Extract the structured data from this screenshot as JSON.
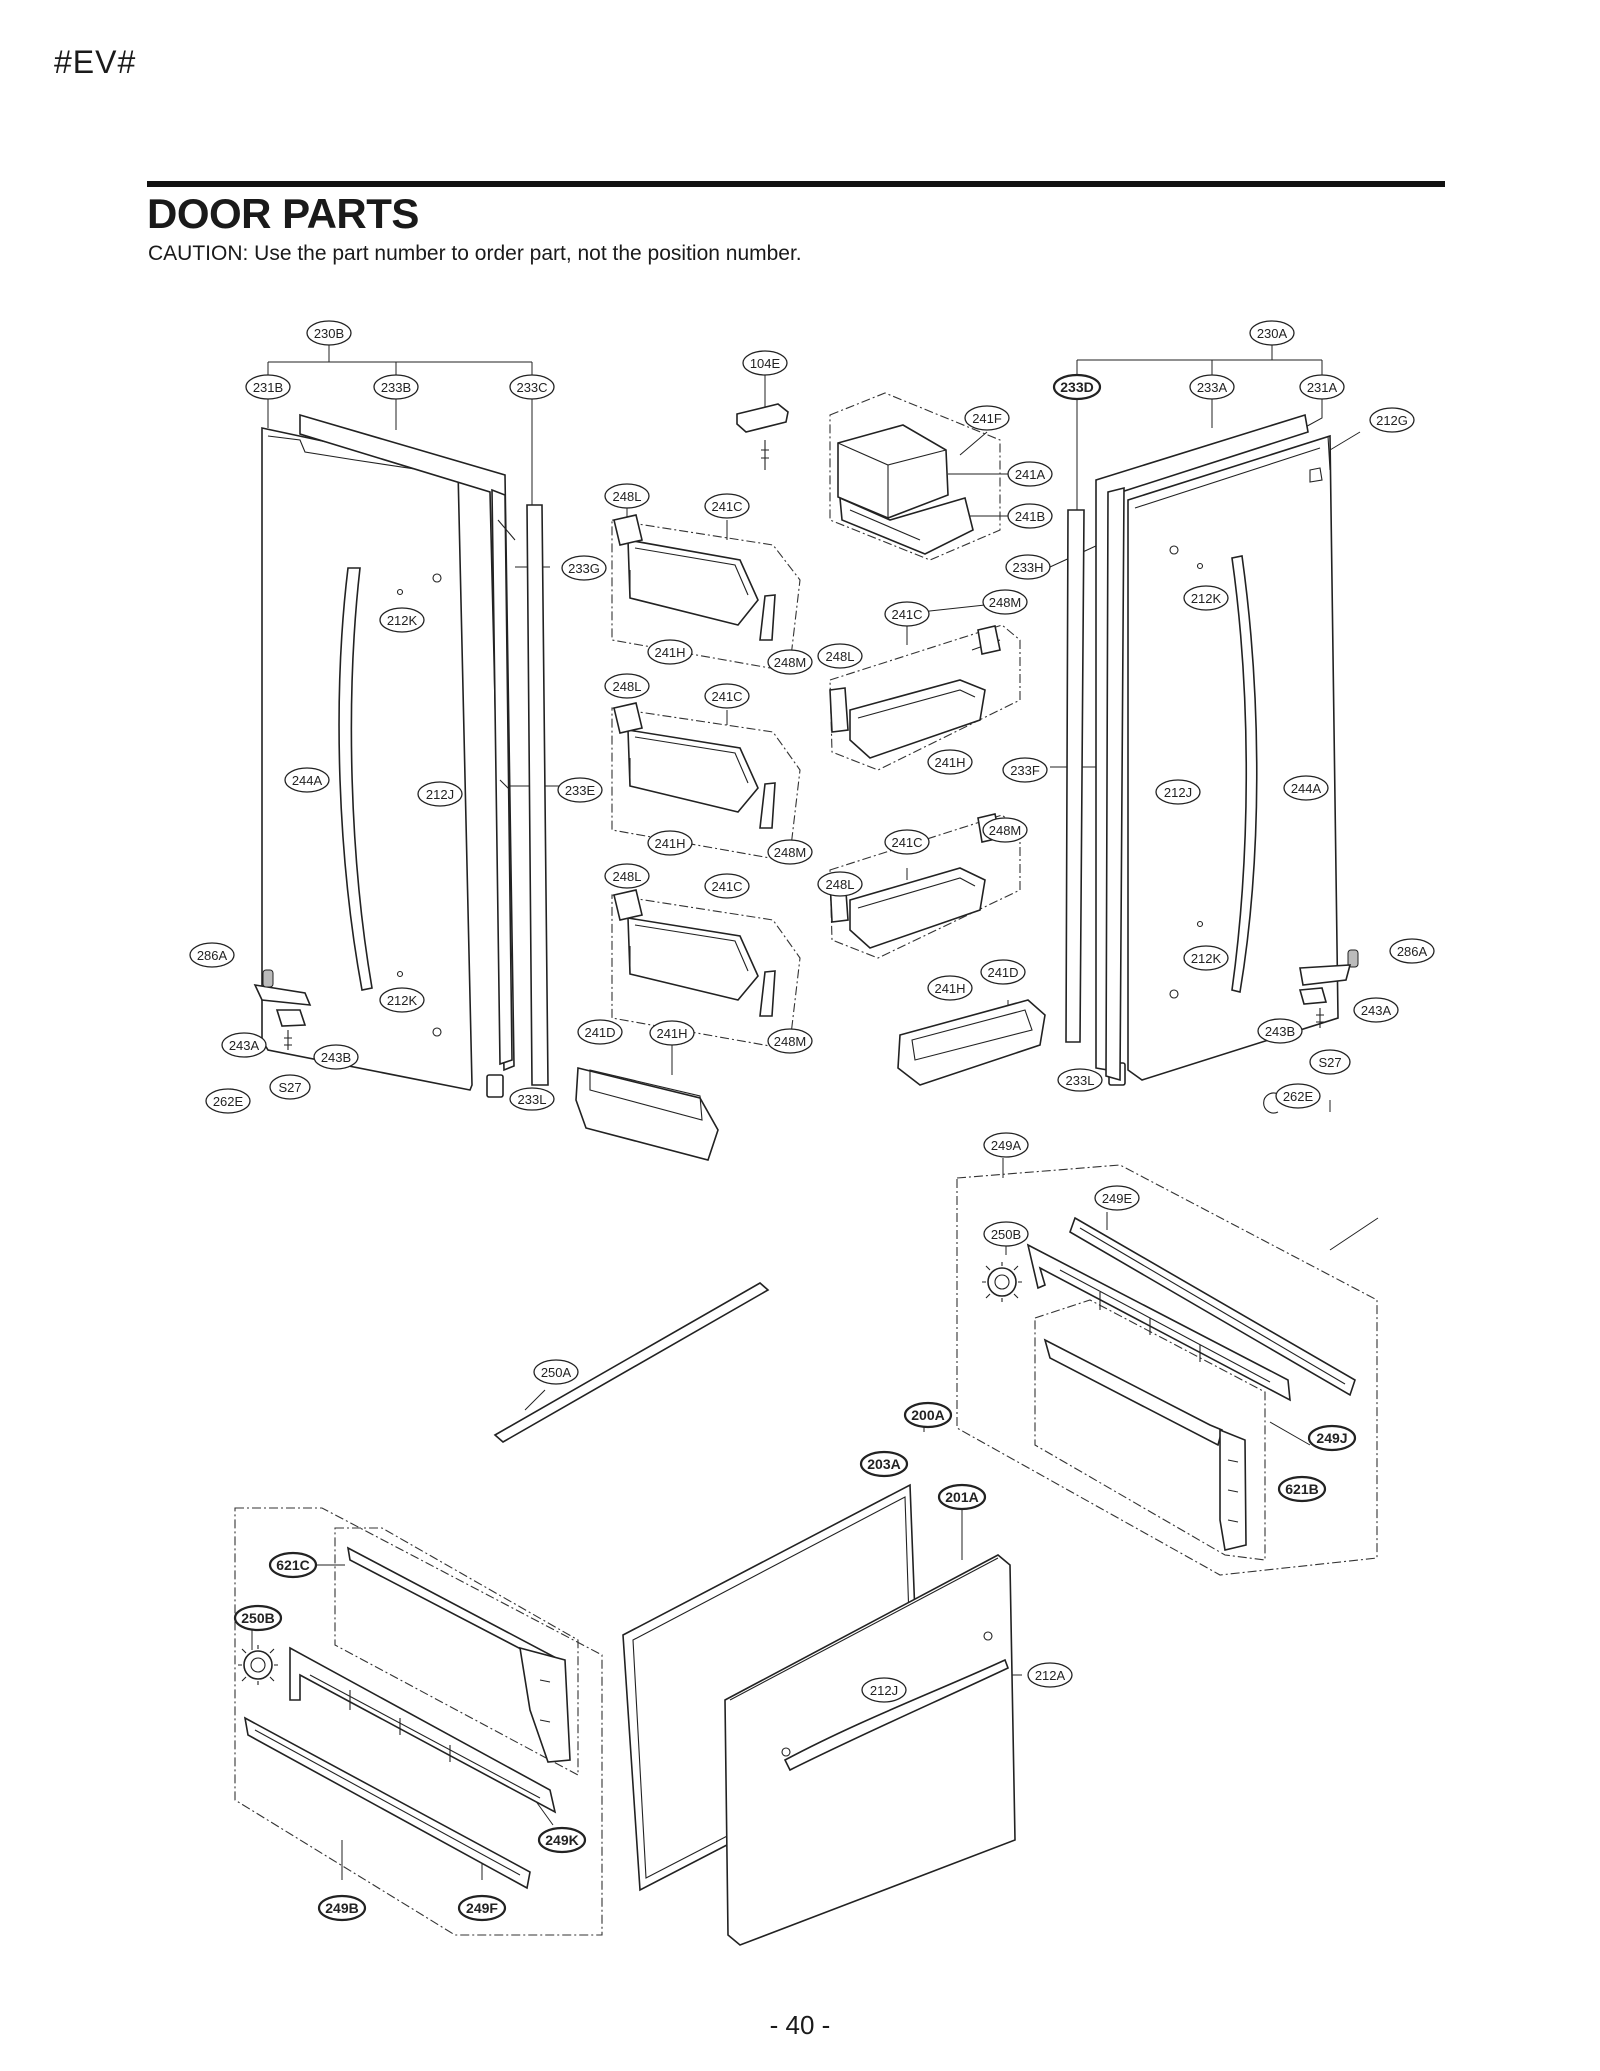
{
  "header": {
    "tag": "#EV#"
  },
  "section": {
    "title": "DOOR PARTS",
    "caution": "CAUTION: Use the part number to order part, not the position number."
  },
  "footer": {
    "page": "- 40 -"
  },
  "labels": {
    "l230B": "230B",
    "l231B": "231B",
    "l233B": "233B",
    "l233C": "233C",
    "l104E": "104E",
    "l241F": "241F",
    "l241A": "241A",
    "l241B": "241B",
    "l230A": "230A",
    "l233D": "233D",
    "l233A": "233A",
    "l231A": "231A",
    "l212G": "212G",
    "l248L_1": "248L",
    "l241C_1": "241C",
    "l233G": "233G",
    "l212K_1": "212K",
    "l241H_1": "241H",
    "l248M_1": "248M",
    "l248L_2": "248L",
    "l241C_2": "241C",
    "l248M_2": "248M",
    "l233H": "233H",
    "l212K_2": "212K",
    "l241H_2": "241H",
    "l248L_3": "248L",
    "l241C_3": "241C",
    "l244A_1": "244A",
    "l212J_1": "212J",
    "l233E": "233E",
    "l233F": "233F",
    "l212J_2": "212J",
    "l244A_2": "244A",
    "l241H_3": "241H",
    "l248M_3": "248M",
    "l241C_4": "241C",
    "l248M_4": "248M",
    "l248L_4": "248L",
    "l241C_5": "241C",
    "l248L_5": "248L",
    "l286A_1": "286A",
    "l212K_3": "212K",
    "l241H_4": "241H",
    "l241D_1": "241D",
    "l212K_4": "212K",
    "l286A_2": "286A",
    "l243A_1": "243A",
    "l243B_1": "243B",
    "l241D_2": "241D",
    "l241H_5": "241H",
    "l248M_5": "248M",
    "l243B_2": "243B",
    "l243A_2": "243A",
    "lS27_1": "S27",
    "lS27_2": "S27",
    "l233L_1": "233L",
    "l233L_2": "233L",
    "l262E_1": "262E",
    "l262E_2": "262E",
    "l249A": "249A",
    "l249E": "249E",
    "l250B_1": "250B",
    "l250A": "250A",
    "l200A": "200A",
    "l249J": "249J",
    "l203A": "203A",
    "l201A": "201A",
    "l621B": "621B",
    "l621C": "621C",
    "l250B_2": "250B",
    "l212J_3": "212J",
    "l212A": "212A",
    "l249K": "249K",
    "l249B": "249B",
    "l249F": "249F"
  }
}
